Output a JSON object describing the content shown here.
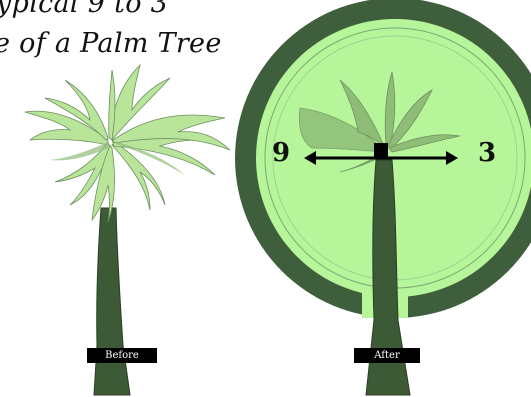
{
  "title": {
    "line1": "ypical 9 to 3",
    "line2": "e of a Palm Tree"
  },
  "labels": {
    "before": "Before",
    "after": "After"
  },
  "clock": {
    "left_mark": "9",
    "right_mark": "3"
  },
  "colors": {
    "trunk": "#3d5a36",
    "frond_fill": "#b9e59a",
    "frond_shadow": "#8fbd78",
    "ring_dark": "#3f5f3c",
    "disc_light": "#b6f59a",
    "disc_rim": "#7ea874",
    "arrow": "#000000"
  }
}
